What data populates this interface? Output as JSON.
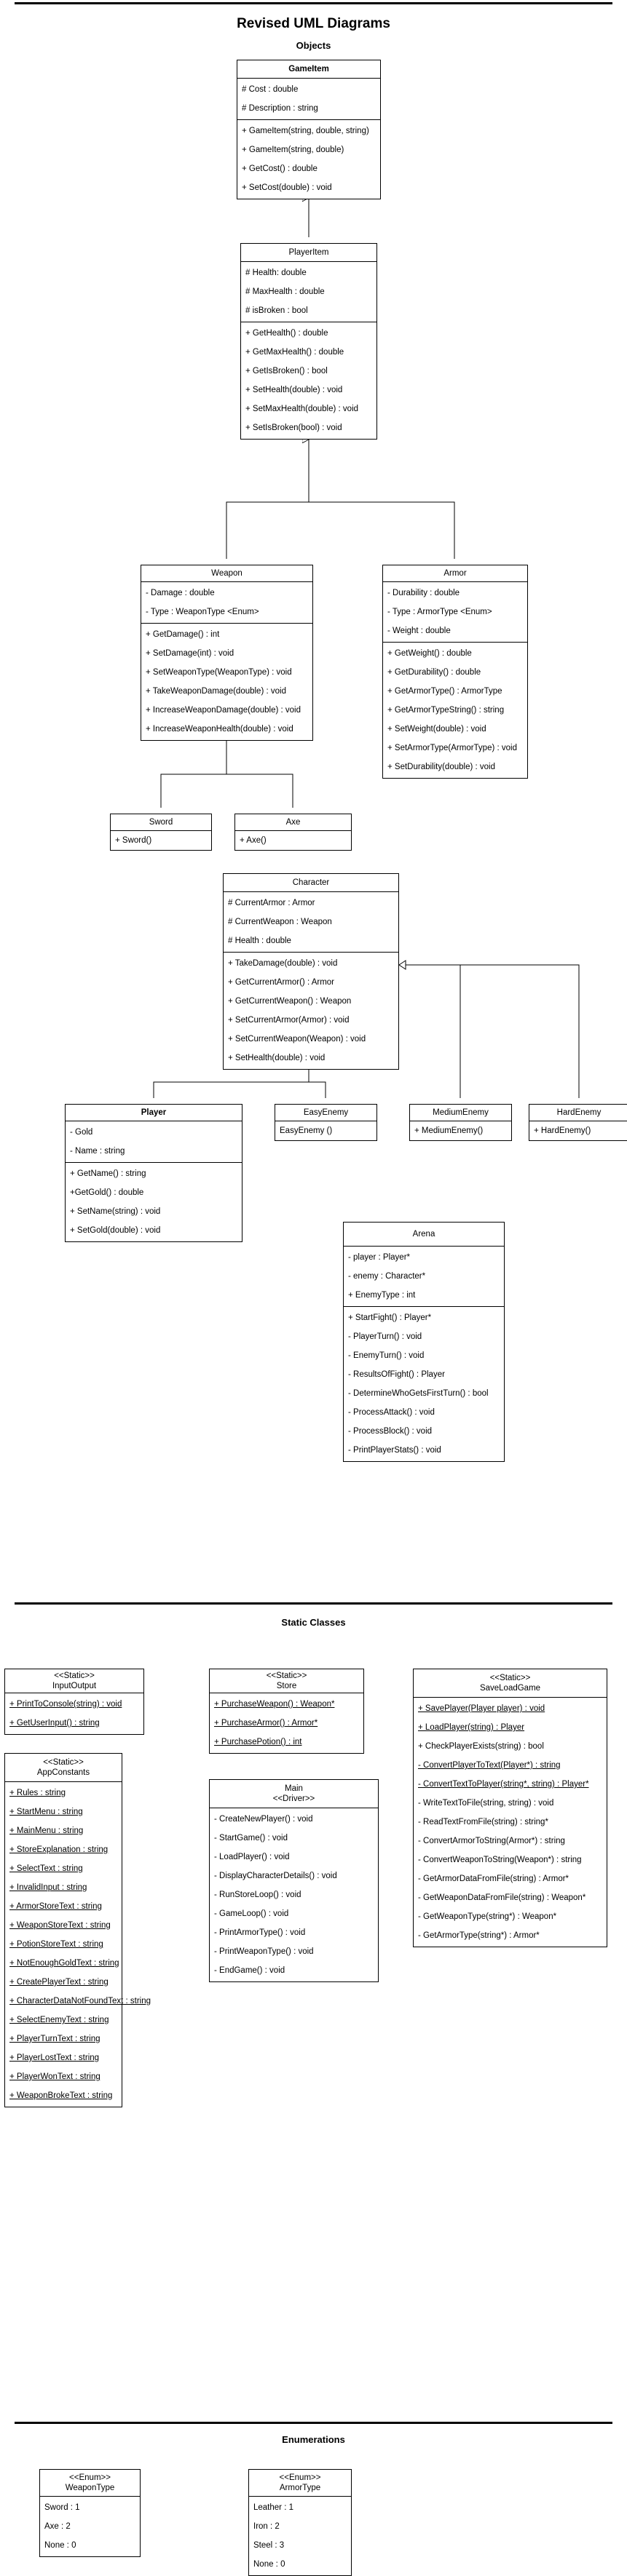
{
  "sections": {
    "main_title": "Revised UML Diagrams",
    "objects": "Objects",
    "static_classes": "Static Classes",
    "enumerations": "Enumerations"
  },
  "classes": {
    "gameitem": {
      "name": "GameItem",
      "attrs": [
        "# Cost : double",
        "# Description : string"
      ],
      "methods": [
        "+ GameItem(string, double, string)",
        "+ GameItem(string, double)",
        "+ GetCost() : double",
        "+ SetCost(double) : void"
      ]
    },
    "playeritem": {
      "name": "PlayerItem",
      "attrs": [
        "# Health: double",
        "# MaxHealth : double",
        "# isBroken : bool"
      ],
      "methods": [
        "+ GetHealth() : double",
        "+ GetMaxHealth() : double",
        "+ GetIsBroken() : bool",
        "+ SetHealth(double) : void",
        "+ SetMaxHealth(double) : void",
        "+ SetIsBroken(bool) : void"
      ]
    },
    "weapon": {
      "name": "Weapon",
      "attrs": [
        "- Damage : double",
        "- Type : WeaponType <Enum>"
      ],
      "methods": [
        "+ GetDamage() : int",
        "+ SetDamage(int) : void",
        "+ SetWeaponType(WeaponType) : void",
        "+ TakeWeaponDamage(double) : void",
        "+ IncreaseWeaponDamage(double) : void",
        "+ IncreaseWeaponHealth(double) : void"
      ]
    },
    "armor": {
      "name": "Armor",
      "attrs": [
        "- Durability : double",
        "- Type : ArmorType <Enum>",
        "- Weight : double"
      ],
      "methods": [
        "+ GetWeight() : double",
        "+ GetDurability() : double",
        "+ GetArmorType() : ArmorType",
        "+ GetArmorTypeString() : string",
        "+ SetWeight(double) : void",
        "+ SetArmorType(ArmorType) : void",
        "+ SetDurability(double) : void"
      ]
    },
    "sword": {
      "name": "Sword",
      "methods": [
        "+ Sword()"
      ]
    },
    "axe": {
      "name": "Axe",
      "methods": [
        "+ Axe()"
      ]
    },
    "character": {
      "name": "Character",
      "attrs": [
        "# CurrentArmor : Armor",
        "# CurrentWeapon : Weapon",
        "# Health : double"
      ],
      "methods": [
        "+ TakeDamage(double) : void",
        "+ GetCurrentArmor() : Armor",
        "+ GetCurrentWeapon() : Weapon",
        "+ SetCurrentArmor(Armor) : void",
        "+ SetCurrentWeapon(Weapon) : void",
        "+ SetHealth(double) : void"
      ]
    },
    "player": {
      "name": "Player",
      "attrs": [
        "- Gold",
        "- Name : string"
      ],
      "methods": [
        "+ GetName() : string",
        "+GetGold() : double",
        "+ SetName(string) : void",
        "+ SetGold(double) : void"
      ]
    },
    "easyenemy": {
      "name": "EasyEnemy",
      "methods": [
        "EasyEnemy ()"
      ]
    },
    "mediumenemy": {
      "name": "MediumEnemy",
      "methods": [
        "+ MediumEnemy()"
      ]
    },
    "hardenemy": {
      "name": "HardEnemy",
      "methods": [
        "+ HardEnemy()"
      ]
    },
    "arena": {
      "name": "Arena",
      "attrs": [
        "- player : Player*",
        "- enemy : Character*",
        "+ EnemyType : int"
      ],
      "methods": [
        "+ StartFight() : Player*",
        "- PlayerTurn() : void",
        "- EnemyTurn() : void",
        "- ResultsOfFight() : Player",
        "- DetermineWhoGetsFirstTurn() : bool",
        "- ProcessAttack() : void",
        "- ProcessBlock() : void",
        "- PrintPlayerStats() : void"
      ]
    },
    "inputoutput": {
      "stereotype": "<<Static>>",
      "name": "InputOutput",
      "methods": [
        "+ PrintToConsole(string) : void",
        "+ GetUserInput() : string"
      ]
    },
    "store": {
      "stereotype": "<<Static>>",
      "name": "Store",
      "methods": [
        "+ PurchaseWeapon() : Weapon*",
        "+ PurchaseArmor() : Armor*",
        "+ PurchasePotion() : int"
      ]
    },
    "saveloadgame": {
      "stereotype": "<<Static>>",
      "name": "SaveLoadGame",
      "methods": [
        "+ SavePlayer(Player player) : void",
        "+ LoadPlayer(string) : Player",
        "+ CheckPlayerExists(string) : bool",
        "- ConvertPlayerToText(Player*) : string",
        "- ConvertTextToPlayer(string*, string) : Player*",
        "- WriteTextToFile(string, string) : void",
        "- ReadTextFromFile(string) : string*",
        "- ConvertArmorToString(Armor*) : string",
        "- ConvertWeaponToString(Weapon*) : string",
        "- GetArmorDataFromFile(string) : Armor*",
        "- GetWeaponDataFromFile(string) : Weapon*",
        "- GetWeaponType(string*) : Weapon*",
        "- GetArmorType(string*) : Armor*"
      ]
    },
    "appconstants": {
      "stereotype": "<<Static>>",
      "name": "AppConstants",
      "methods": [
        "+ Rules : string",
        "+ StartMenu : string",
        "+ MainMenu : string",
        "+ StoreExplanation : string",
        "+ SelectText : string",
        "+ InvalidInput : string",
        "+ ArmorStoreText : string",
        "+ WeaponStoreText : string",
        "+ PotionStoreText : string",
        "+ NotEnoughGoldText : string",
        "+ CreatePlayerText : string",
        "+ CharacterDataNotFoundText : string",
        "+ SelectEnemyText : string",
        "+ PlayerTurnText : string",
        "+ PlayerLostText : string",
        "+ PlayerWonText : string",
        "+ WeaponBrokeText : string"
      ]
    },
    "main": {
      "name": "Main",
      "stereotype": "<<Driver>>",
      "methods": [
        "- CreateNewPlayer() : void",
        "- StartGame() : void",
        "- LoadPlayer() : void",
        "- DisplayCharacterDetails() : void",
        "- RunStoreLoop() : void",
        "- GameLoop() : void",
        "- PrintArmorType() : void",
        "- PrintWeaponType() : void",
        "- EndGame() : void"
      ]
    },
    "weapontype": {
      "stereotype": "<<Enum>>",
      "name": "WeaponType",
      "values": [
        "Sword : 1",
        "Axe : 2",
        "None : 0"
      ]
    },
    "armortype": {
      "stereotype": "<<Enum>>",
      "name": "ArmorType",
      "values": [
        "Leather : 1",
        "Iron : 2",
        "Steel : 3",
        "None : 0"
      ]
    }
  }
}
